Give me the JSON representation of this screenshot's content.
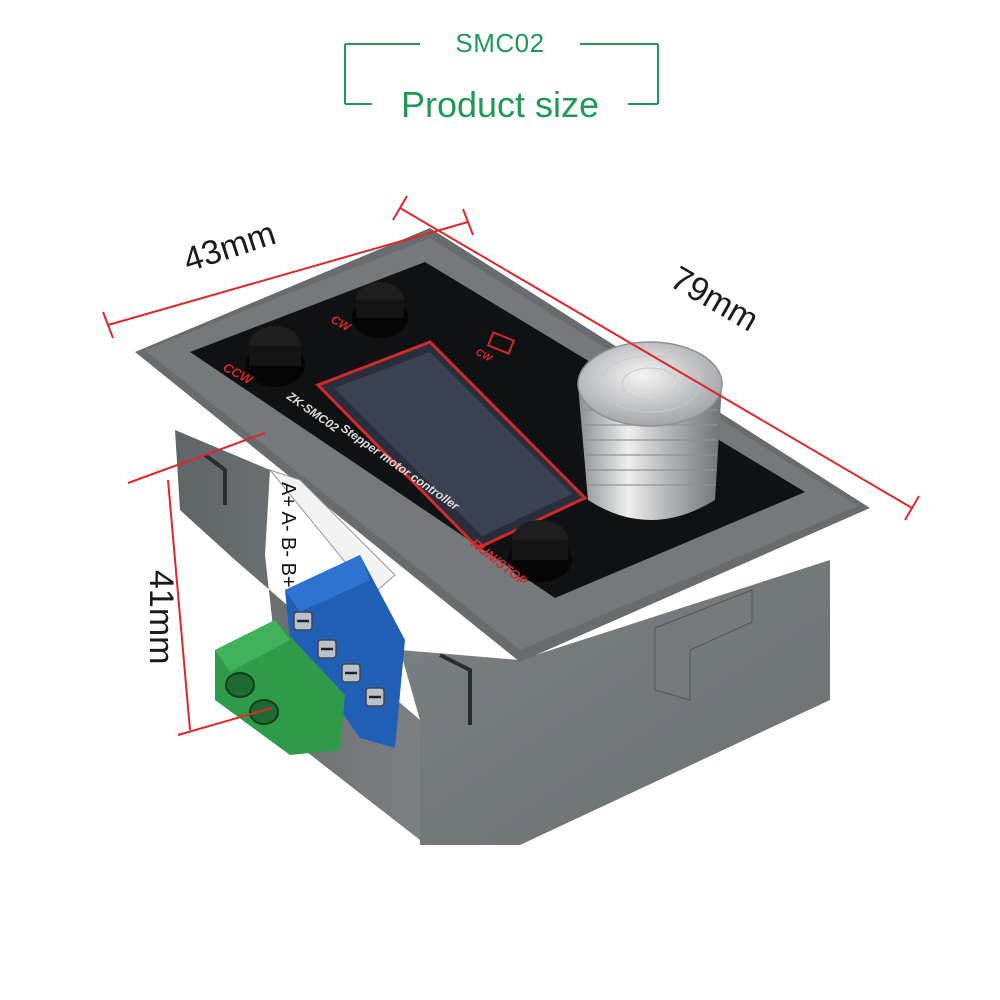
{
  "header": {
    "model": "SMC02",
    "title": "Product size",
    "accent_color": "#1f9a55"
  },
  "dimensions": {
    "width": "43mm",
    "length": "79mm",
    "height": "41mm",
    "line_color": "#e0262b"
  },
  "device": {
    "brand_line": "ZK-SMC02",
    "product_line": "Stepper motor controller",
    "buttons": {
      "ccw": "CCW",
      "cw": "CW",
      "run_stop": "RUN/STOP"
    },
    "indicator_label": "CW",
    "terminal_labels": "A+ A- B- B+",
    "knob_icon": "knurled-knob-icon"
  }
}
